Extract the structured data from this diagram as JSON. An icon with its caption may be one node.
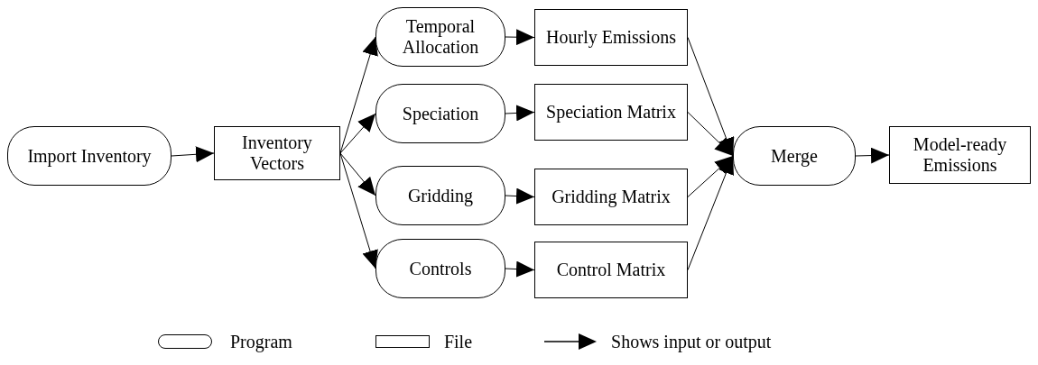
{
  "diagram": {
    "nodes": [
      {
        "text": [
          "Import Inventory"
        ]
      },
      {
        "text": [
          "Inventory Vectors"
        ]
      },
      {
        "text": [
          "Temporal Allocation"
        ]
      },
      {
        "text": [
          "Hourly Emissions"
        ]
      },
      {
        "text": [
          "Speciation"
        ]
      },
      {
        "text": [
          "Speciation Matrix"
        ]
      },
      {
        "text": [
          "Gridding"
        ]
      },
      {
        "text": [
          "Gridding Matrix"
        ]
      },
      {
        "text": [
          "Controls"
        ]
      },
      {
        "text": [
          "Control Matrix"
        ]
      },
      {
        "text": [
          "Merge"
        ]
      },
      {
        "text": [
          "Model-ready Emissions"
        ]
      }
    ],
    "edges": [
      {
        "from": 0,
        "to": 1,
        "arrow": "to"
      },
      {
        "from": 1,
        "to": 2,
        "arrow": "to"
      },
      {
        "from": 1,
        "to": 4,
        "arrow": "to"
      },
      {
        "from": 1,
        "to": 6,
        "arrow": "to"
      },
      {
        "from": 1,
        "to": 8,
        "arrow": "to"
      },
      {
        "from": 2,
        "to": 3,
        "arrow": "to"
      },
      {
        "from": 4,
        "to": 5,
        "arrow": "to"
      },
      {
        "from": 6,
        "to": 7,
        "arrow": "to"
      },
      {
        "from": 8,
        "to": 9,
        "arrow": "to"
      },
      {
        "from": 3,
        "to": 10,
        "arrow": "to"
      },
      {
        "from": 5,
        "to": 10,
        "arrow": "to"
      },
      {
        "from": 7,
        "to": 10,
        "arrow": "to"
      },
      {
        "from": 9,
        "to": 10,
        "arrow": "to"
      },
      {
        "from": 10,
        "to": 11,
        "arrow": "to"
      }
    ],
    "legend": [
      {
        "text": "Program"
      },
      {
        "text": "File"
      },
      {
        "text": "Shows input or output"
      }
    ]
  }
}
